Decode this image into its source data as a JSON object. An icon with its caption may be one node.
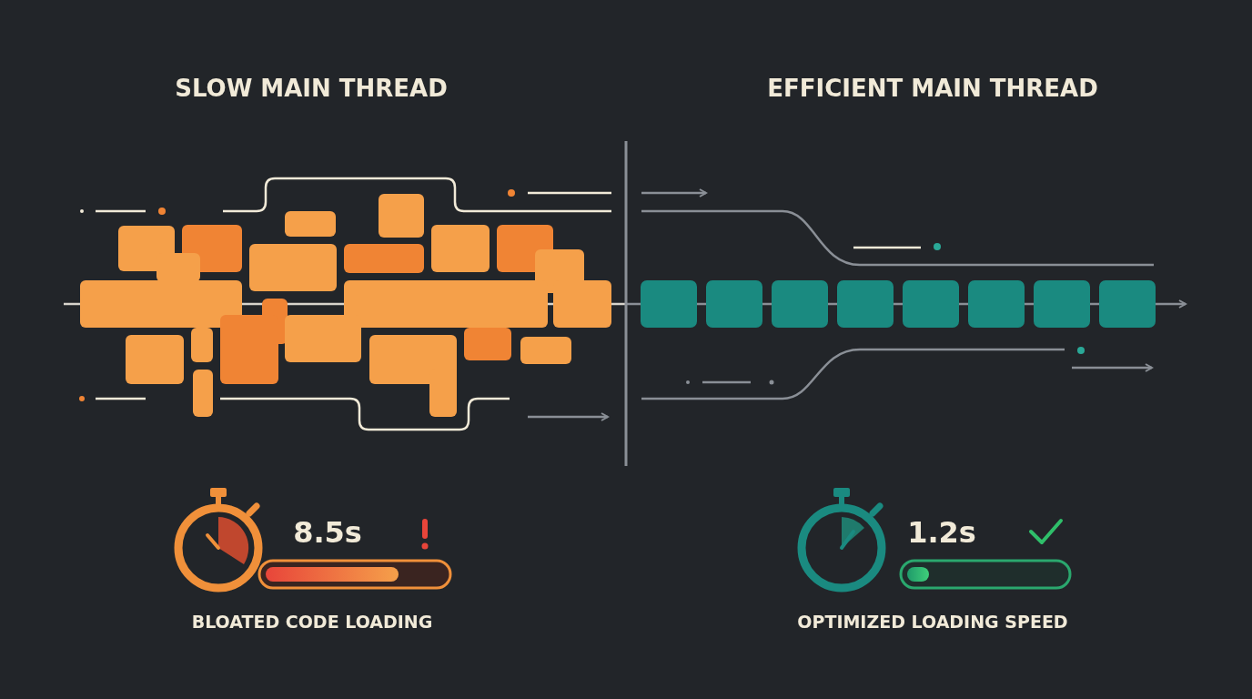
{
  "diagram": {
    "labels": [
      "SLOW MAIN THREAD",
      "EFFICIENT MAIN THREAD",
      "8.5s",
      "1.2s",
      "BLOATED CODE LOADING",
      "OPTIMIZED LOADING SPEED"
    ]
  }
}
